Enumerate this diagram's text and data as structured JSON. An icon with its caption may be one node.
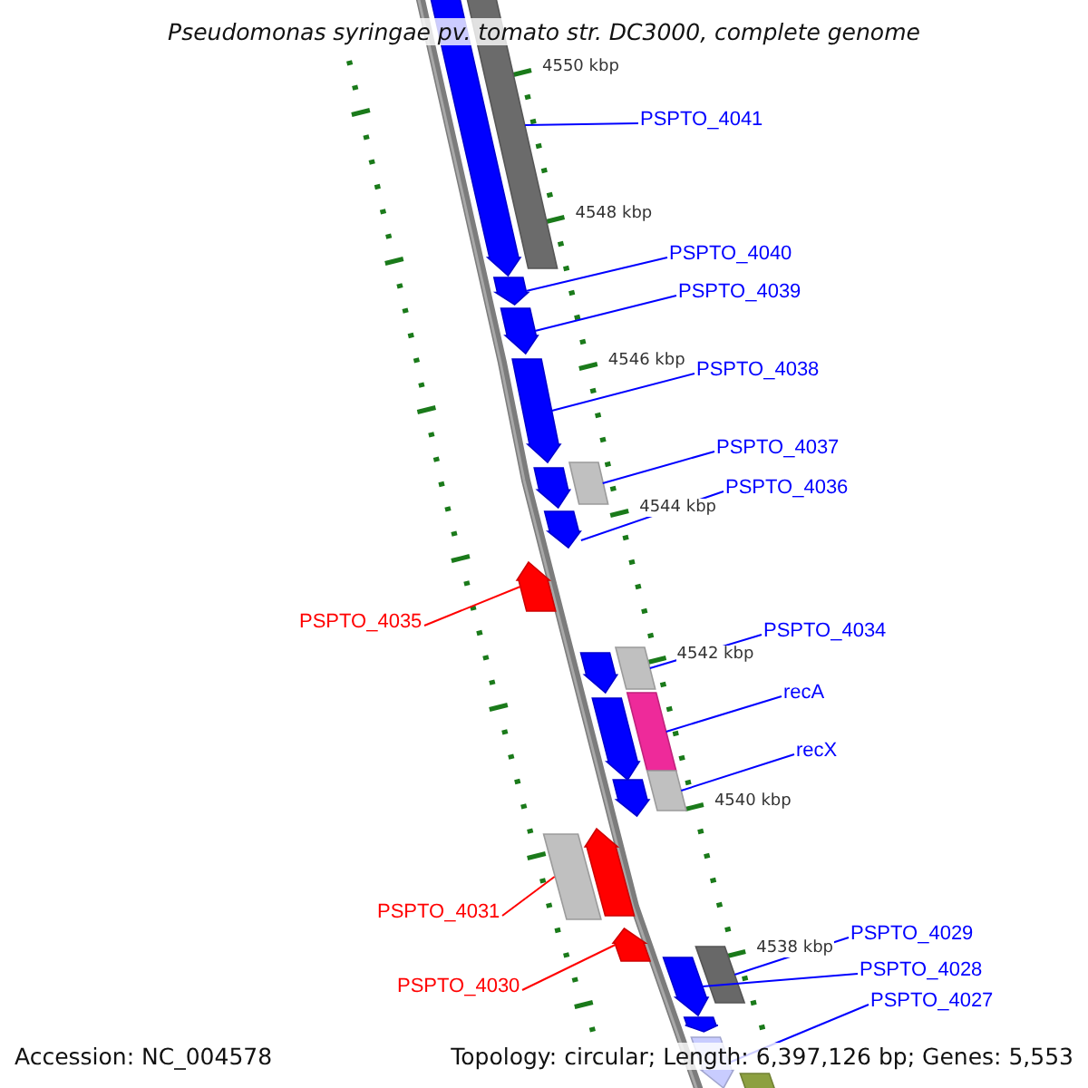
{
  "diagram": {
    "title": "Pseudomonas syringae pv. tomato str. DC3000, complete genome",
    "nodes": [
      {
        "text": [],
        "shape": "bar"
      },
      {
        "text": [],
        "shape": "pentagon"
      },
      {
        "text": [],
        "shape": "pentagon"
      },
      {
        "text": [],
        "shape": "pentagon"
      },
      {
        "text": [],
        "shape": "pentagon"
      },
      {
        "text": [],
        "shape": "bar"
      },
      {
        "text": [],
        "shape": "pentagon"
      },
      {
        "text": [],
        "shape": "pentagon"
      },
      {
        "text": [],
        "shape": "pentagon"
      },
      {
        "text": [],
        "shape": "pentagon"
      },
      {
        "text": [],
        "shape": "bar"
      },
      {
        "text": [],
        "shape": "pentagon"
      },
      {
        "text": [],
        "shape": "bar"
      },
      {
        "text": [],
        "shape": "pentagon"
      },
      {
        "text": [],
        "shape": "bar"
      },
      {
        "text": [],
        "shape": "bar"
      },
      {
        "text": [],
        "shape": "pentagon"
      },
      {
        "text": [],
        "shape": "pentagon"
      },
      {
        "text": [],
        "shape": "pentagon"
      },
      {
        "text": [],
        "shape": "bar"
      },
      {
        "text": [],
        "shape": "pentagon"
      },
      {
        "text": [],
        "shape": "pentagon"
      },
      {
        "text": [],
        "shape": "bar"
      },
      {
        "text": [
          "PSPTO_4041"
        ]
      },
      {
        "text": [
          "PSPTO_4040"
        ]
      },
      {
        "text": [
          "PSPTO_4039"
        ]
      },
      {
        "text": [
          "PSPTO_4038"
        ]
      },
      {
        "text": [
          "PSPTO_4037"
        ]
      },
      {
        "text": [
          "PSPTO_4036"
        ]
      },
      {
        "text": [
          "PSPTO_4035"
        ]
      },
      {
        "text": [
          "PSPTO_4034"
        ]
      },
      {
        "text": [
          "recA"
        ]
      },
      {
        "text": [
          "recX"
        ]
      },
      {
        "text": [
          "PSPTO_4031"
        ]
      },
      {
        "text": [
          "PSPTO_4030"
        ]
      },
      {
        "text": [
          "PSPTO_4029"
        ]
      },
      {
        "text": [
          "PSPTO_4028"
        ]
      },
      {
        "text": [
          "PSPTO_4027"
        ]
      }
    ],
    "edges": [
      {
        "from": 23,
        "to": 0,
        "arrow": "none"
      },
      {
        "from": 24,
        "to": 2,
        "arrow": "none"
      },
      {
        "from": 25,
        "to": 3,
        "arrow": "none"
      },
      {
        "from": 26,
        "to": 4,
        "arrow": "none"
      },
      {
        "from": 27,
        "to": 5,
        "arrow": "none"
      },
      {
        "from": 28,
        "to": 7,
        "arrow": "none"
      },
      {
        "from": 29,
        "to": 8,
        "arrow": "none",
        "color": "#ff0000"
      },
      {
        "from": 30,
        "to": 10,
        "arrow": "none"
      },
      {
        "from": 31,
        "to": 12,
        "arrow": "none"
      },
      {
        "from": 32,
        "to": 14,
        "arrow": "none"
      },
      {
        "from": 33,
        "to": 15,
        "arrow": "none",
        "color": "#ff0000"
      },
      {
        "from": 34,
        "to": 17,
        "arrow": "none",
        "color": "#ff0000"
      },
      {
        "from": 35,
        "to": 19,
        "arrow": "none"
      },
      {
        "from": 36,
        "to": 18,
        "arrow": "none"
      },
      {
        "from": 37,
        "to": 21,
        "arrow": "none"
      }
    ],
    "labels": [
      "4550 kbp",
      "4548 kbp",
      "4546 kbp",
      "4544 kbp",
      "4542 kbp",
      "4540 kbp",
      "4538 kbp",
      "Accession: NC_004578",
      "Topology: circular; Length: 6,397,126 bp; Genes: 5,553"
    ]
  }
}
